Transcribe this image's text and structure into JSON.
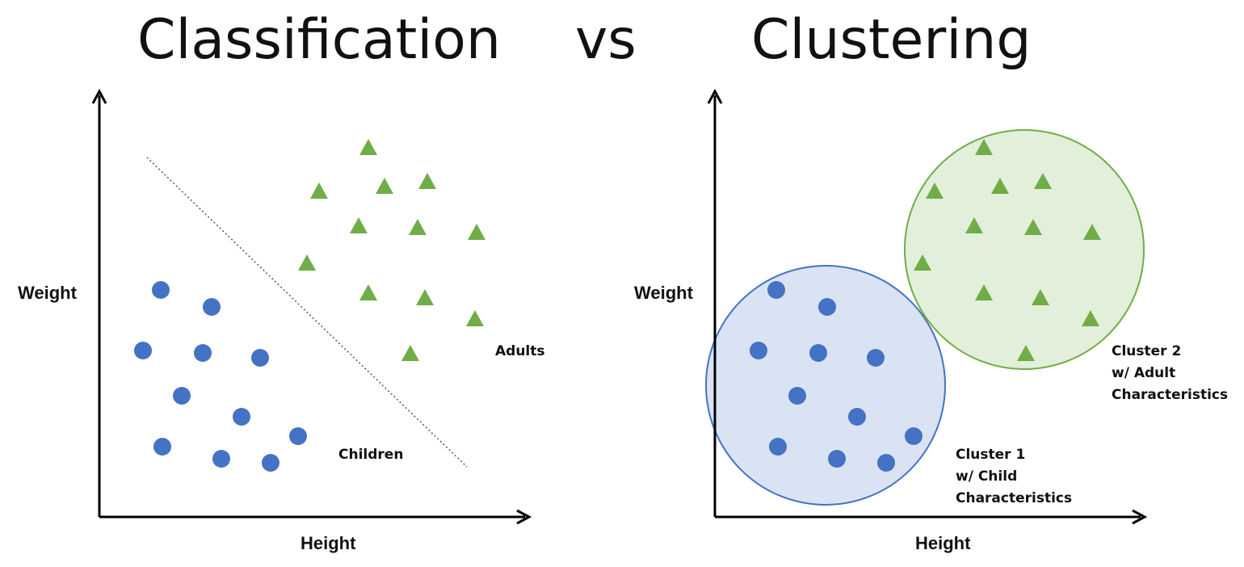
{
  "title": {
    "left": "Classification",
    "middle": "vs",
    "right": "Clustering"
  },
  "colors": {
    "circle_marker": "#4472c4",
    "triangle_marker": "#70ad47",
    "cluster1_fill": "#dae3f3",
    "cluster1_stroke": "#4472c4",
    "cluster2_fill": "#e2efda",
    "cluster2_stroke": "#70ad47",
    "axis": "#000000",
    "boundary": "#555555"
  },
  "panels": [
    {
      "name": "classification",
      "xlabel": "Height",
      "ylabel": "Weight",
      "boundary_line": "dotted",
      "labels": [
        "Adults",
        "Children"
      ]
    },
    {
      "name": "clustering",
      "xlabel": "Height",
      "ylabel": "Weight",
      "clusters": [
        {
          "lines": [
            "Cluster 1",
            "w/ Child",
            "Characteristics"
          ]
        },
        {
          "lines": [
            "Cluster 2",
            "w/ Adult",
            "Characteristics"
          ]
        }
      ]
    }
  ]
}
